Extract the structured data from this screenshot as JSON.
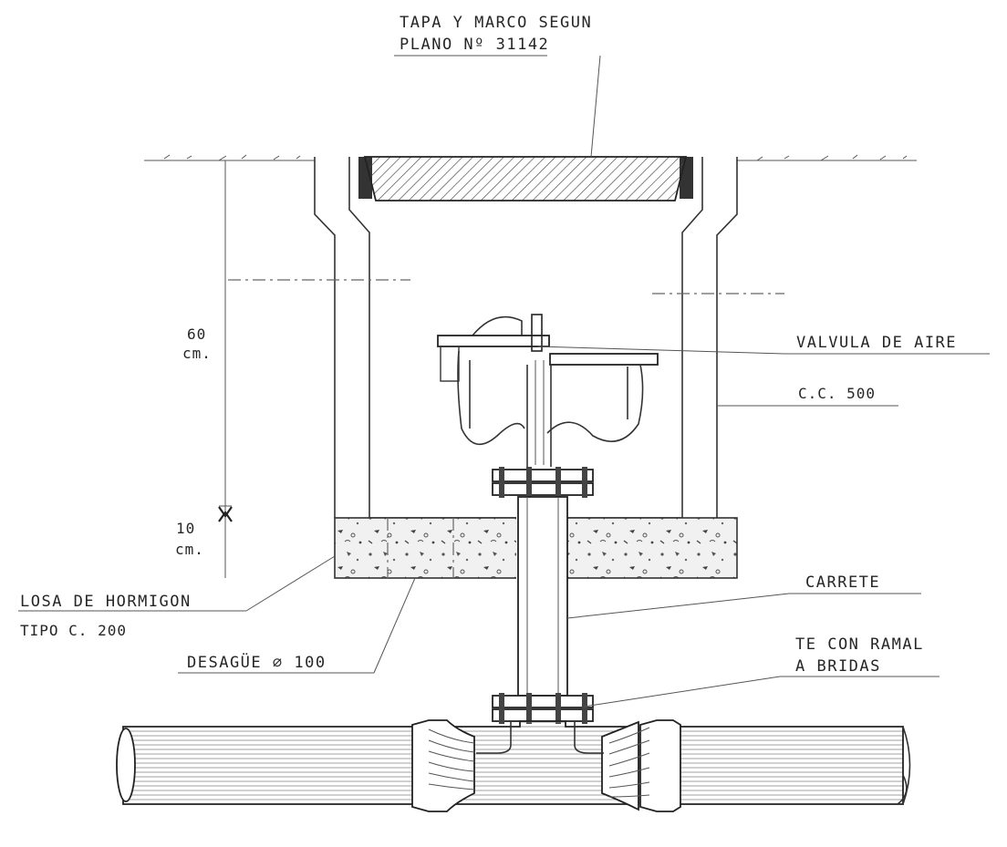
{
  "labels": {
    "cover_line1": "TAPA Y MARCO SEGUN",
    "cover_line2": "PLANO  Nº  31142",
    "air_valve": "VALVULA DE AIRE",
    "chamber": "C.C. 500",
    "dim_60_value": "60",
    "dim_60_unit": "cm.",
    "dim_10_value": "10",
    "dim_10_unit": "cm.",
    "slab_line1": "LOSA DE HORMIGON",
    "slab_line2": "TIPO  C. 200",
    "spool": "CARRETE",
    "drain": "DESAGÜE ⌀ 100",
    "tee_line1": "TE CON RAMAL",
    "tee_line2": "A  BRIDAS"
  }
}
